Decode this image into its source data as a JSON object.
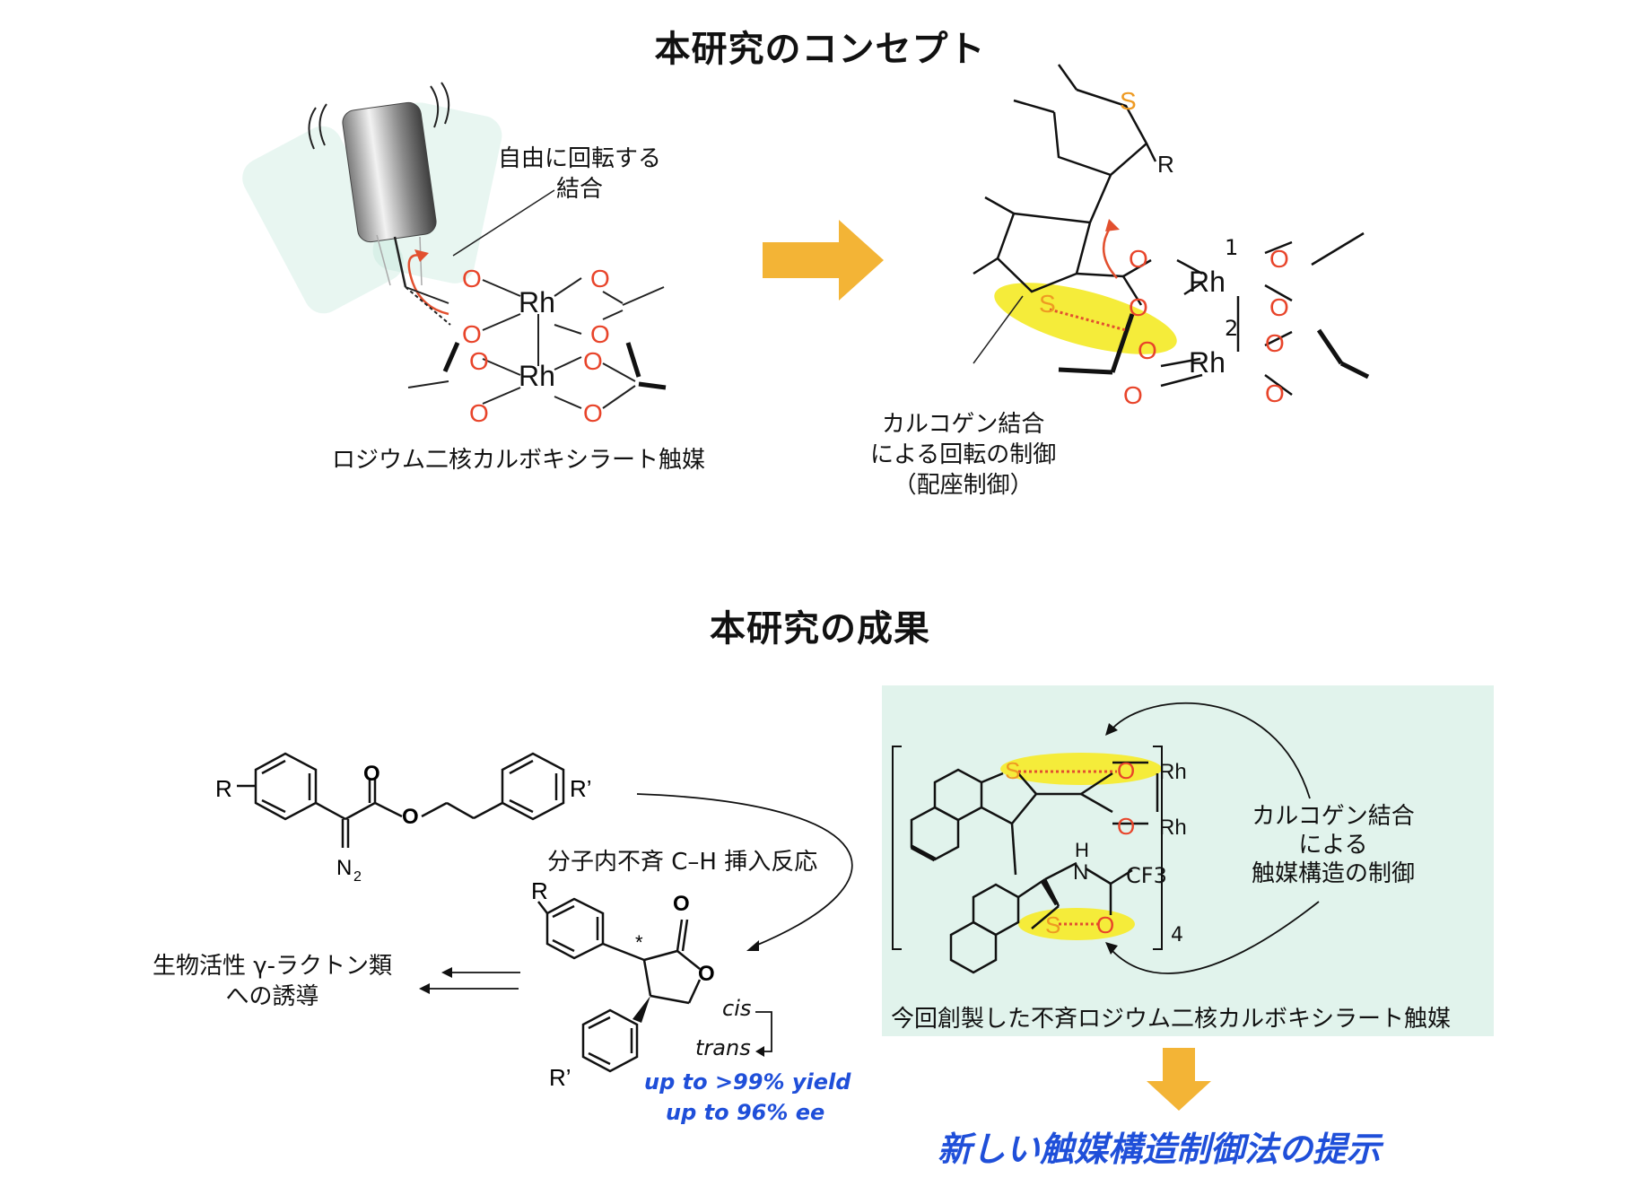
{
  "concept": {
    "title": "本研究のコンセプト",
    "free_rotation_label": "自由に回転する\n結合",
    "catalyst_label": "ロジウム二核カルボキシラート触媒",
    "chalcogen_label": "カルコゲン結合\nによる回転の制御\n（配座制御）",
    "rh_number_1": "1",
    "rh_number_2": "2",
    "substituent_r": "R"
  },
  "results": {
    "title": "本研究の成果",
    "reaction_label": "分子内不斉 C–H 挿入反応",
    "product_label": "生物活性 γ-ラクトン類\nへの誘導",
    "cis": "cis",
    "trans": "trans",
    "yield": "up to >99% yield",
    "ee": "up to 96% ee",
    "panel_chalcogen_label": "カルコゲン結合\nによる\n触媒構造の制御",
    "panel_caption": "今回創製した不斉ロジウム二核カルボキシラート触媒",
    "conclusion": "新しい触媒構造制御法の提示",
    "bracket_subscript": "4",
    "substituent_cf3": "CF3",
    "substituent_r": "R",
    "substituent_r_prime": "R’",
    "diazo": "N2"
  },
  "colors": {
    "oxygen": "#e8442a",
    "sulfur": "#ee9a22",
    "highlight": "#f5ec3a",
    "arrow": "#f3b436",
    "panel_bg": "#e1f3ec",
    "blue_text": "#1f4fd9",
    "rotation_arrow": "#e2502f"
  }
}
